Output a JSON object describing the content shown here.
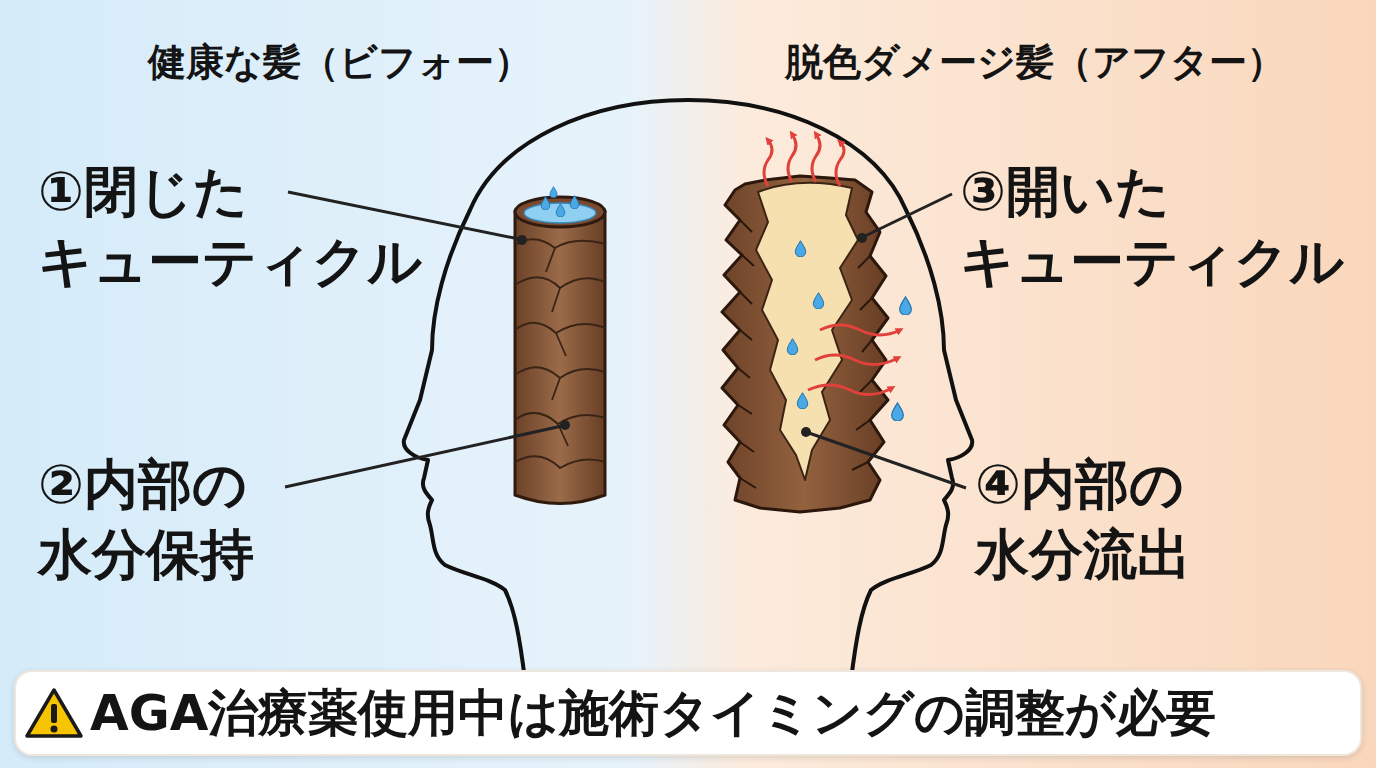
{
  "diagram": {
    "nodes": [
      {
        "text": [
          "AGA治療薬使用中は施術タイミングの調整が必要"
        ]
      }
    ],
    "labels": [
      "健康な髪（ビフォー）",
      "脱色ダメージ髪（アフター）",
      "①閉じた キューティクル",
      "②内部の 水分保持",
      "③開いた キューティクル",
      "④内部の 水分流出"
    ]
  }
}
